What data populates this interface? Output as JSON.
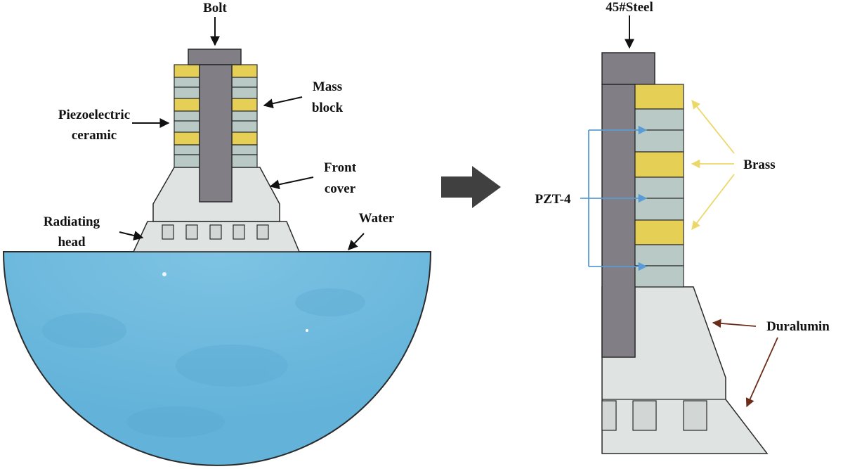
{
  "labels": {
    "bolt": "Bolt",
    "mass_block_line1": "Mass",
    "mass_block_line2": "block",
    "piezo_line1": "Piezoelectric",
    "piezo_line2": "ceramic",
    "front_cover_line1": "Front",
    "front_cover_line2": "cover",
    "radiating_line1": "Radiating",
    "radiating_line2": "head",
    "water": "Water",
    "steel": "45#Steel",
    "pzt": "PZT-4",
    "brass": "Brass",
    "duralumin": "Duralumin"
  },
  "colors": {
    "steel": "#827e86",
    "brass": "#e6cf55",
    "ceramic": "#b9cac6",
    "duralumin": "#dfe3e2",
    "water": "#6cb8dc",
    "pzt_arrow": "#5b9bd5",
    "brass_arrow": "#ecd86a",
    "duralumin_arrow": "#6b2d1a",
    "big_arrow": "#404040"
  }
}
